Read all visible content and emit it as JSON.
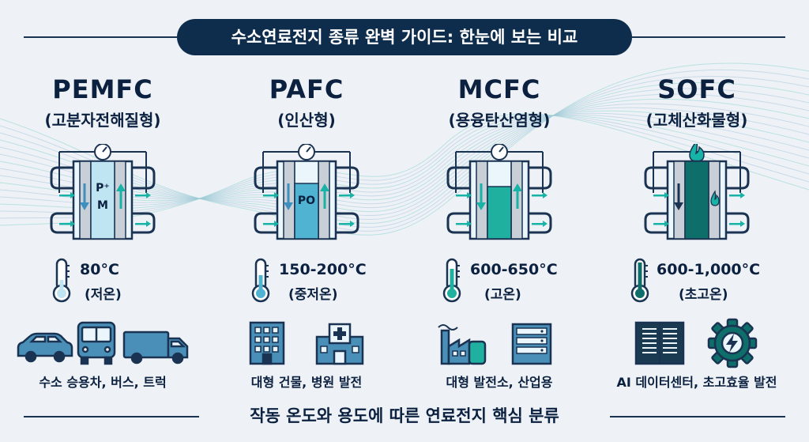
{
  "title": "수소연료전지 종류 완벽 가이드: 한눈에 보는 비교",
  "footer": "작동 온도와 용도에 따른 연료전지 핵심 분류",
  "colors": {
    "navy": "#0e2d4d",
    "pem_electrolyte": "#bfe4f2",
    "pa_electrolyte": "#4fb3d1",
    "mc_electrolyte": "#1fb0a0",
    "so_electrolyte": "#0e6e69",
    "flame": "#17b3a6"
  },
  "types": [
    {
      "name": "PEMFC",
      "subtitle": "(고분자전해질형)",
      "cell_label": [
        "P⁺",
        "M"
      ],
      "temperature": "80°C",
      "temp_desc": "(저온)",
      "apps": [
        "car-icon",
        "bus-icon",
        "truck-icon"
      ],
      "use": "수소 승용차, 버스, 트럭"
    },
    {
      "name": "PAFC",
      "subtitle": "(인산형)",
      "cell_label": [
        "PO"
      ],
      "temperature": "150-200°C",
      "temp_desc": "(중저온)",
      "apps": [
        "building-icon",
        "hospital-icon"
      ],
      "use": "대형 건물, 병원 발전"
    },
    {
      "name": "MCFC",
      "subtitle": "(용융탄산염형)",
      "cell_label": [],
      "temperature": "600-650°C",
      "temp_desc": "(고온)",
      "apps": [
        "factory-icon",
        "server-rack-icon"
      ],
      "use": "대형 발전소, 산업용"
    },
    {
      "name": "SOFC",
      "subtitle": "(고체산화물형)",
      "cell_label": [],
      "temperature": "600-1,000°C",
      "temp_desc": "(초고온)",
      "apps": [
        "data-center-icon",
        "power-gear-icon"
      ],
      "use": "AI 데이터센터, 초고효율 발전"
    }
  ]
}
